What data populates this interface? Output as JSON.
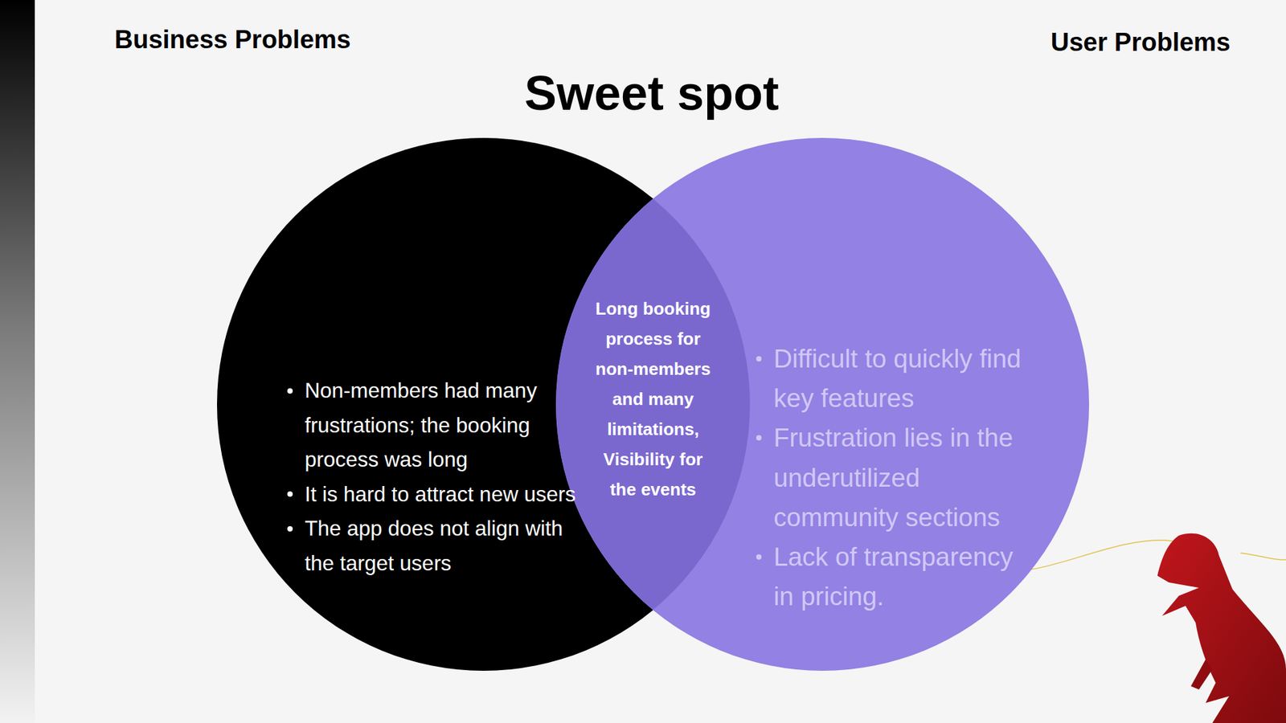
{
  "diagram": {
    "title": "Sweet spot",
    "nodes": [
      {
        "text": [
          "Non-members had many frustrations; the booking process was long",
          "It is hard to attract new users",
          "The app does not align with the target users"
        ]
      },
      {
        "text": [
          "Long booking process for non-members and many limitations, Visibility for the events"
        ]
      },
      {
        "text": [
          "Difficult to quickly find key features",
          "Frustration lies in the underutilized community sections",
          "Lack of transparency in pricing."
        ]
      }
    ],
    "labels": [
      "Business Problems",
      "User Problems"
    ]
  }
}
